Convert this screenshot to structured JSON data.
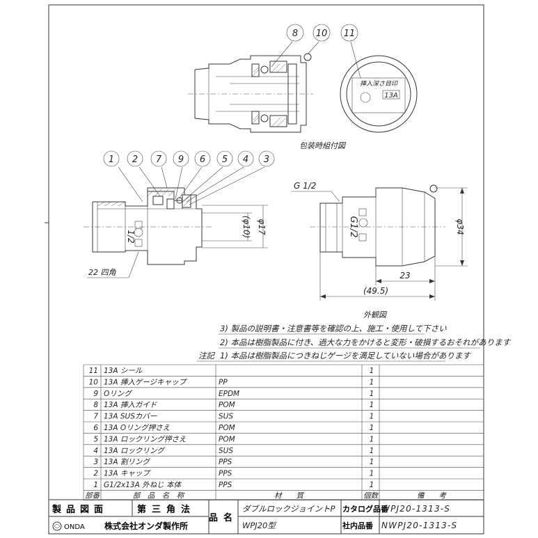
{
  "drawing": {
    "package_view_label": "包装時組付図",
    "exterior_view_label": "外観図",
    "balloons_top": [
      "8",
      "10",
      "11"
    ],
    "balloons_main": [
      "1",
      "2",
      "7",
      "9",
      "6",
      "5",
      "4",
      "3"
    ],
    "end_marks": [
      "挿入深さ目印",
      "13A"
    ],
    "dimensions": {
      "g_thread": "G 1/2",
      "inner_dia": "(φ10)",
      "outer_dia": "φ17",
      "body_dia": "φ34",
      "hex": "22 四角",
      "len_a": "23",
      "len_total": "(49.5)",
      "body_mark": "G1/2"
    }
  },
  "notes": {
    "title": "注記",
    "items": [
      "3) 製品の説明書・注意書等を確認の上、施工・使用して下さい",
      "2) 本品は樹脂製品に付き、過大な力をかけると変形・破損するおそれがあります",
      "1) 本品は樹脂製品につきねじゲージを満足していない場合があります"
    ]
  },
  "parts_table": {
    "headers": [
      "部番",
      "部　品　名　称",
      "材　　質",
      "個数",
      "備　　考"
    ],
    "rows": [
      [
        "11",
        "13A シール",
        "",
        "1",
        ""
      ],
      [
        "10",
        "13A 挿入ゲージキャップ",
        "PP",
        "1",
        ""
      ],
      [
        "9",
        "Oリング",
        "EPDM",
        "1",
        ""
      ],
      [
        "8",
        "13A 挿入ガイド",
        "POM",
        "1",
        ""
      ],
      [
        "7",
        "13A SUSカバー",
        "SUS",
        "1",
        ""
      ],
      [
        "6",
        "13A Oリング押さえ",
        "POM",
        "1",
        ""
      ],
      [
        "5",
        "13A ロックリング押さえ",
        "POM",
        "1",
        ""
      ],
      [
        "4",
        "13A ロックリング",
        "SUS",
        "1",
        ""
      ],
      [
        "3",
        "13A 割リング",
        "PPS",
        "1",
        ""
      ],
      [
        "2",
        "13A キャップ",
        "PPS",
        "1",
        ""
      ],
      [
        "1",
        "G1/2x13A 外ねじ 本体",
        "PPS",
        "1",
        ""
      ]
    ]
  },
  "title_block": {
    "method_label": "製品図面",
    "projection": "第三角法",
    "name_label": "品名",
    "product_name": "ダブルロックジョイントP",
    "model": "WPJ20型",
    "catalog_label": "カタログ品番",
    "catalog_no": "WPJ20-1313-S",
    "internal_label": "社内品番",
    "internal_no": "NWPJ20-1313-S",
    "company_logo": "ONDA",
    "company": "株式会社オンダ製作所"
  }
}
